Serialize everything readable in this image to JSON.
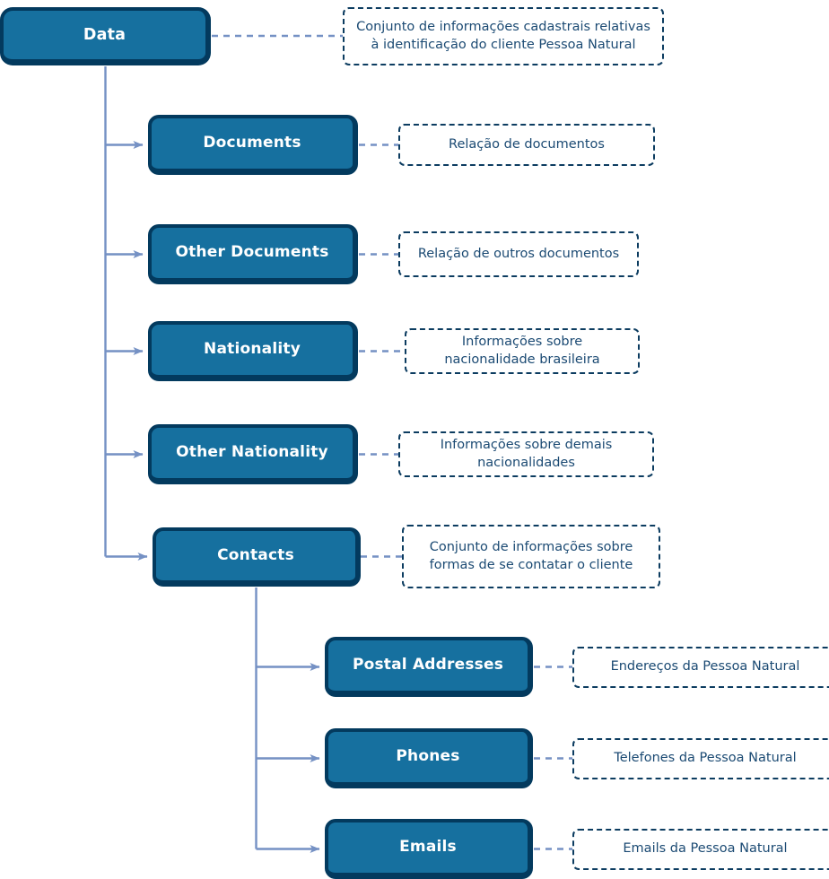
{
  "diagram": {
    "title": "Data",
    "palette": {
      "node_fill": "#16709f",
      "node_border": "#033a5e",
      "node_text": "#ffffff",
      "note_border": "#0c3c60",
      "note_text": "#1b4a73",
      "connector": "#7591c4",
      "background": "#ffffff"
    },
    "nodes": [
      {
        "id": "data",
        "label": "Data"
      },
      {
        "id": "documents",
        "label": "Documents"
      },
      {
        "id": "other-documents",
        "label": "Other Documents"
      },
      {
        "id": "nationality",
        "label": "Nationality"
      },
      {
        "id": "other-nationality",
        "label": "Other Nationality"
      },
      {
        "id": "contacts",
        "label": "Contacts"
      },
      {
        "id": "postal-addresses",
        "label": "Postal Addresses"
      },
      {
        "id": "phones",
        "label": "Phones"
      },
      {
        "id": "emails",
        "label": "Emails"
      }
    ],
    "notes": [
      {
        "id": "note-data",
        "text": "Conjunto de informações cadastrais relativas à identificação do cliente Pessoa Natural"
      },
      {
        "id": "note-documents",
        "text": "Relação de documentos"
      },
      {
        "id": "note-other-documents",
        "text": "Relação de outros documentos"
      },
      {
        "id": "note-nationality",
        "text": "Informações sobre nacionalidade brasileira"
      },
      {
        "id": "note-other-nationality",
        "text": "Informações sobre demais nacionalidades"
      },
      {
        "id": "note-contacts",
        "text": "Conjunto de informações sobre formas de se contatar o cliente"
      },
      {
        "id": "note-postal-addresses",
        "text": "Endereços da Pessoa Natural"
      },
      {
        "id": "note-phones",
        "text": "Telefones da Pessoa Natural"
      },
      {
        "id": "note-emails",
        "text": "Emails da Pessoa Natural"
      }
    ]
  }
}
